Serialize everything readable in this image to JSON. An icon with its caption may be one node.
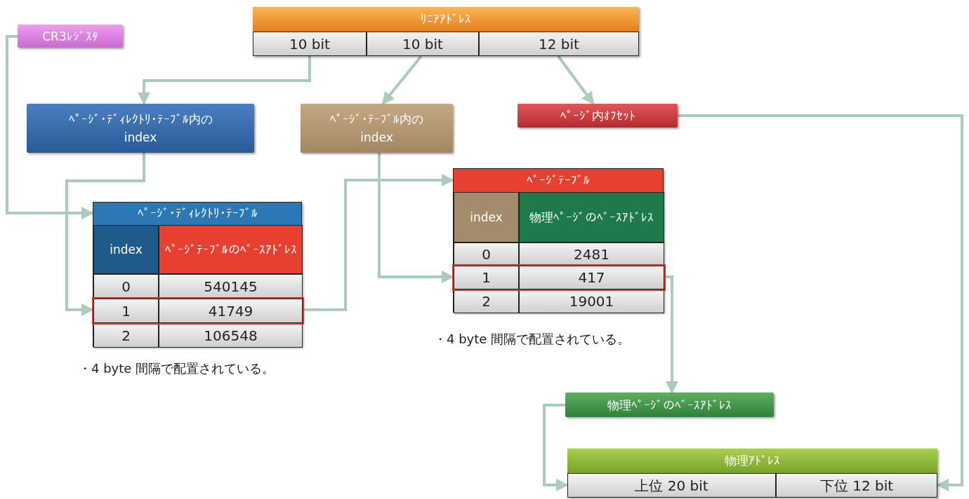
{
  "diagram": {
    "nodes": [
      {
        "text": [
          "ﾘﾆｱｱﾄﾞﾚｽ"
        ]
      },
      {
        "text": [
          "10 bit"
        ],
        "in": 0
      },
      {
        "text": [
          "10 bit"
        ],
        "in": 0
      },
      {
        "text": [
          "12 bit"
        ],
        "in": 0
      },
      {
        "text": [
          "CR3ﾚｼﾞｽﾀ"
        ]
      },
      {
        "text": [
          "ﾍﾟｰｼﾞ･ﾃﾞｨﾚｸﾄﾘ･ﾃｰﾌﾞﾙ内の",
          "index"
        ]
      },
      {
        "text": [
          "ﾍﾟｰｼﾞ･ﾃｰﾌﾞﾙ内の",
          "index"
        ]
      },
      {
        "text": [
          "ﾍﾟｰｼﾞ内ｵﾌｾｯﾄ"
        ]
      },
      {
        "text": [
          "ﾍﾟｰｼﾞ･ﾃﾞｨﾚｸﾄﾘ･ﾃｰﾌﾞﾙ"
        ]
      },
      {
        "text": [
          "index",
          "ﾍﾟｰｼﾞﾃｰﾌﾞﾙのﾍﾞｰｽｱﾄﾞﾚｽ"
        ],
        "in": 8
      },
      {
        "text": [
          "0",
          "540145"
        ],
        "in": 8
      },
      {
        "text": [
          "1",
          "41749"
        ],
        "in": 8
      },
      {
        "text": [
          "2",
          "106548"
        ],
        "in": 8
      },
      {
        "text": [
          "ﾍﾟｰｼﾞﾃｰﾌﾞﾙ"
        ]
      },
      {
        "text": [
          "index",
          "物理ﾍﾟｰｼﾞのﾍﾞｰｽｱﾄﾞﾚｽ"
        ],
        "in": 13
      },
      {
        "text": [
          "0",
          "2481"
        ],
        "in": 13
      },
      {
        "text": [
          "1",
          "417"
        ],
        "in": 13
      },
      {
        "text": [
          "2",
          "19001"
        ],
        "in": 13
      },
      {
        "text": [
          "物理ﾍﾟｰｼﾞのﾍﾞｰｽｱﾄﾞﾚｽ"
        ]
      },
      {
        "text": [
          "物理ｱﾄﾞﾚｽ"
        ]
      },
      {
        "text": [
          "上位 20 bit"
        ],
        "in": 19
      },
      {
        "text": [
          "下位 12 bit"
        ],
        "in": 19
      }
    ],
    "edges": [
      {
        "from": 1,
        "to": 5,
        "arrow": "to"
      },
      {
        "from": 2,
        "to": 6,
        "arrow": "to"
      },
      {
        "from": 3,
        "to": 7,
        "arrow": "to"
      },
      {
        "from": 4,
        "to": 8,
        "arrow": "to"
      },
      {
        "from": 5,
        "to": 11,
        "arrow": "to"
      },
      {
        "from": 11,
        "to": 13,
        "arrow": "to"
      },
      {
        "from": 6,
        "to": 16,
        "arrow": "to"
      },
      {
        "from": 16,
        "to": 18,
        "arrow": "to"
      },
      {
        "from": 18,
        "to": 20,
        "arrow": "to"
      },
      {
        "from": 7,
        "to": 21,
        "arrow": "to"
      }
    ],
    "labels": [
      "・4 byte 間隔で配置されている。",
      "・4 byte 間隔で配置されている。"
    ]
  }
}
